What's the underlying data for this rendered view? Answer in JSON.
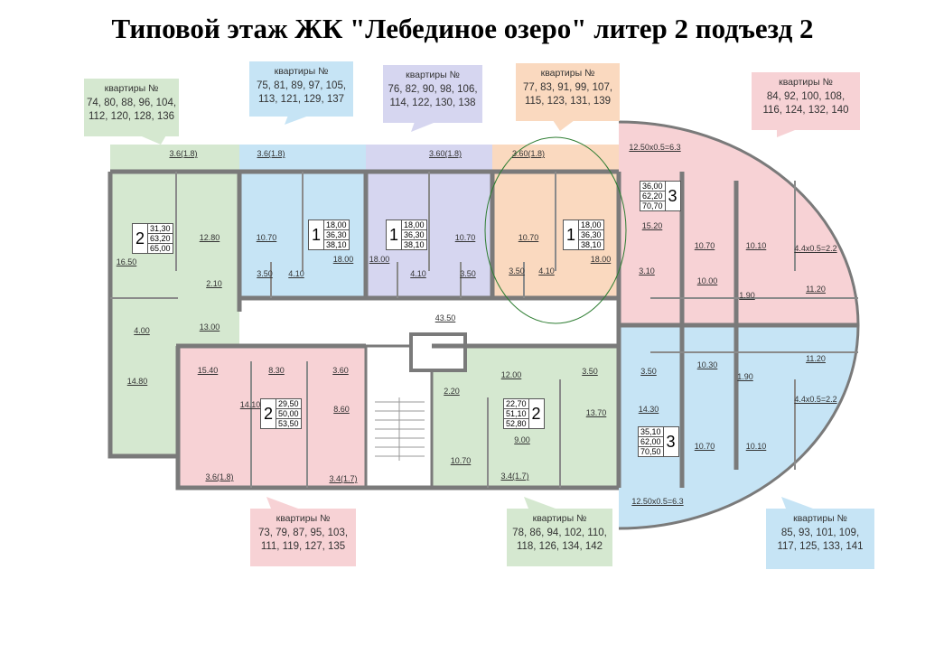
{
  "title": "Типовой этаж ЖК \"Лебединое озеро\" литер 2 подъезд 2",
  "colors": {
    "green": "#d5e8d0",
    "blue": "#c6e4f5",
    "lavender": "#d6d6f0",
    "orange": "#fad9bf",
    "pink": "#f7d2d5",
    "wall": "#7a7a7a"
  },
  "callouts": [
    {
      "title": "квартиры №",
      "lines": [
        "74, 80, 88, 96, 104,",
        "112, 120, 128, 136"
      ]
    },
    {
      "title": "квартиры №",
      "lines": [
        "75, 81, 89, 97, 105,",
        "113, 121, 129, 137"
      ]
    },
    {
      "title": "квартиры №",
      "lines": [
        "76, 82, 90, 98, 106,",
        "114, 122, 130, 138"
      ]
    },
    {
      "title": "квартиры №",
      "lines": [
        "77, 83, 91, 99, 107,",
        "115, 123, 131, 139"
      ]
    },
    {
      "title": "квартиры №",
      "lines": [
        "84, 92, 100, 108,",
        "116, 124, 132, 140"
      ]
    },
    {
      "title": "квартиры №",
      "lines": [
        "73, 79, 87, 95, 103,",
        "111, 119, 127, 135"
      ]
    },
    {
      "title": "квартиры №",
      "lines": [
        "78, 86, 94, 102, 110,",
        "118, 126, 134, 142"
      ]
    },
    {
      "title": "квартиры №",
      "lines": [
        "85, 93, 101, 109,",
        "117, 125, 133, 141"
      ]
    }
  ],
  "apartments": [
    {
      "rooms": "2",
      "areas": [
        "31,30",
        "63,20",
        "65,00"
      ]
    },
    {
      "rooms": "1",
      "areas": [
        "18,00",
        "36,30",
        "38,10"
      ]
    },
    {
      "rooms": "1",
      "areas": [
        "18,00",
        "36,30",
        "38,10"
      ]
    },
    {
      "rooms": "1",
      "areas": [
        "18,00",
        "36,30",
        "38,10"
      ]
    },
    {
      "rooms": "3",
      "areas": [
        "36,00",
        "62,20",
        "70,70"
      ]
    },
    {
      "rooms": "2",
      "areas": [
        "29,50",
        "50,00",
        "53,50"
      ]
    },
    {
      "rooms": "2",
      "areas": [
        "22,70",
        "51,10",
        "52,80"
      ]
    },
    {
      "rooms": "3",
      "areas": [
        "35,10",
        "62,00",
        "70,50"
      ]
    }
  ],
  "rooms": [
    "3.6(1.8)",
    "12.80",
    "16.50",
    "2.10",
    "13.00",
    "4.00",
    "14.80",
    "3.6(1.8)",
    "10.70",
    "18.00",
    "3.50",
    "4.10",
    "3.60(1.8)",
    "18.00",
    "4.10",
    "3.50",
    "10.70",
    "3.60(1.8)",
    "10.70",
    "18.00",
    "3.50",
    "4.10",
    "12.50x0.5=6.3",
    "15.20",
    "10.70",
    "10.10",
    "4.4x0.5=2.2",
    "3.10",
    "10.00",
    "1.90",
    "11.20",
    "43.50",
    "15.40",
    "8.30",
    "3.60",
    "14.10",
    "8.60",
    "3.6(1.8)",
    "3.4(1.7)",
    "2.20",
    "12.00",
    "3.50",
    "13.70",
    "9.00",
    "10.70",
    "3.4(1.7)",
    "3.50",
    "10.30",
    "1.90",
    "11.20",
    "14.30",
    "10.70",
    "10.10",
    "4.4x0.5=2.2",
    "12.50x0.5=6.3"
  ]
}
